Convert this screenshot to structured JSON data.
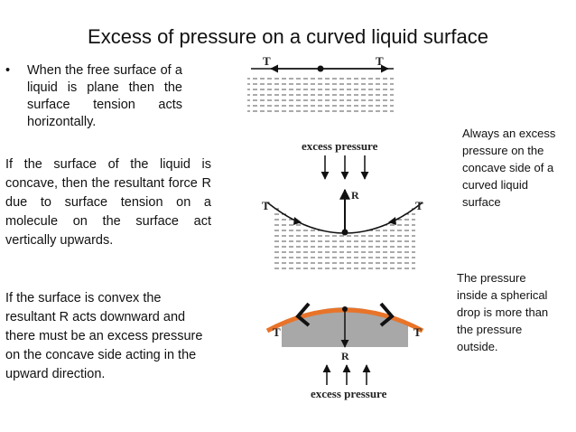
{
  "slide": {
    "title": "Excess  of pressure on a curved liquid surface",
    "bullet": "When the free surface of a liquid is plane then the surface tension acts horizontally.",
    "para_concave": "If the surface of the liquid is concave, then the resultant force R due to surface tension on a molecule on the surface act vertically upwards.",
    "para_convex": "If the surface is convex the resultant R acts downward and there must be an excess pressure on the concave side acting in the upward direction.",
    "note_concave": "Always an excess pressure on the concave side of a curved liquid surface",
    "note_drop": "The  pressure inside a spherical drop is more than the pressure outside."
  },
  "figures": {
    "plane": {
      "left_label": "T",
      "right_label": "T"
    },
    "concave": {
      "heading": "excess pressure",
      "left_label": "T",
      "right_label": "T",
      "force_label": "R"
    },
    "convex": {
      "heading": "excess pressure",
      "left_label": "T",
      "right_label": "T",
      "force_label": "R"
    }
  },
  "colors": {
    "meniscus": "#e8742a",
    "liquid": "#a8a8a8",
    "text": "#111111"
  }
}
